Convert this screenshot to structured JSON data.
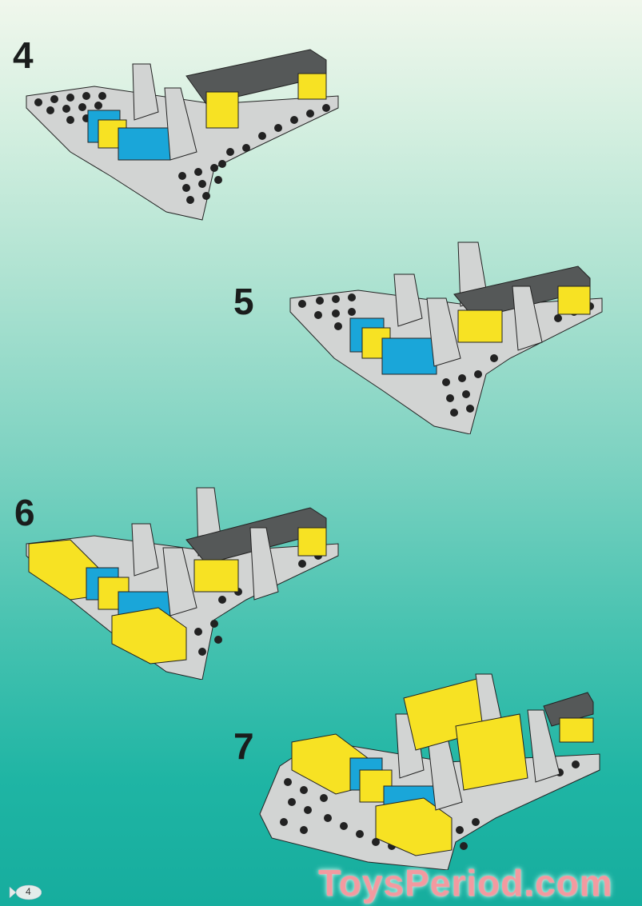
{
  "page": {
    "page_number": "4",
    "watermark": "ToysPeriod.com",
    "colors": {
      "bg_top": "#f0f7ec",
      "bg_bottom": "#16ad9e",
      "plate_gray": "#d2d4d3",
      "brick_yellow": "#f7e223",
      "brick_blue": "#1aa6d9",
      "tile_dark": "#555858",
      "watermark_pink": "#f39aa0"
    }
  },
  "steps": [
    {
      "number": "4",
      "description": "Gray wing plate with blue and yellow bricks, two gray slopes, and dark gray tile on yellow bricks"
    },
    {
      "number": "5",
      "description": "Added two more gray slope bricks"
    },
    {
      "number": "6",
      "description": "Added two yellow 2x4 bricks on the left side"
    },
    {
      "number": "7",
      "description": "Added second gray plate, yellow 1x4 bricks, and yellow panels"
    }
  ]
}
